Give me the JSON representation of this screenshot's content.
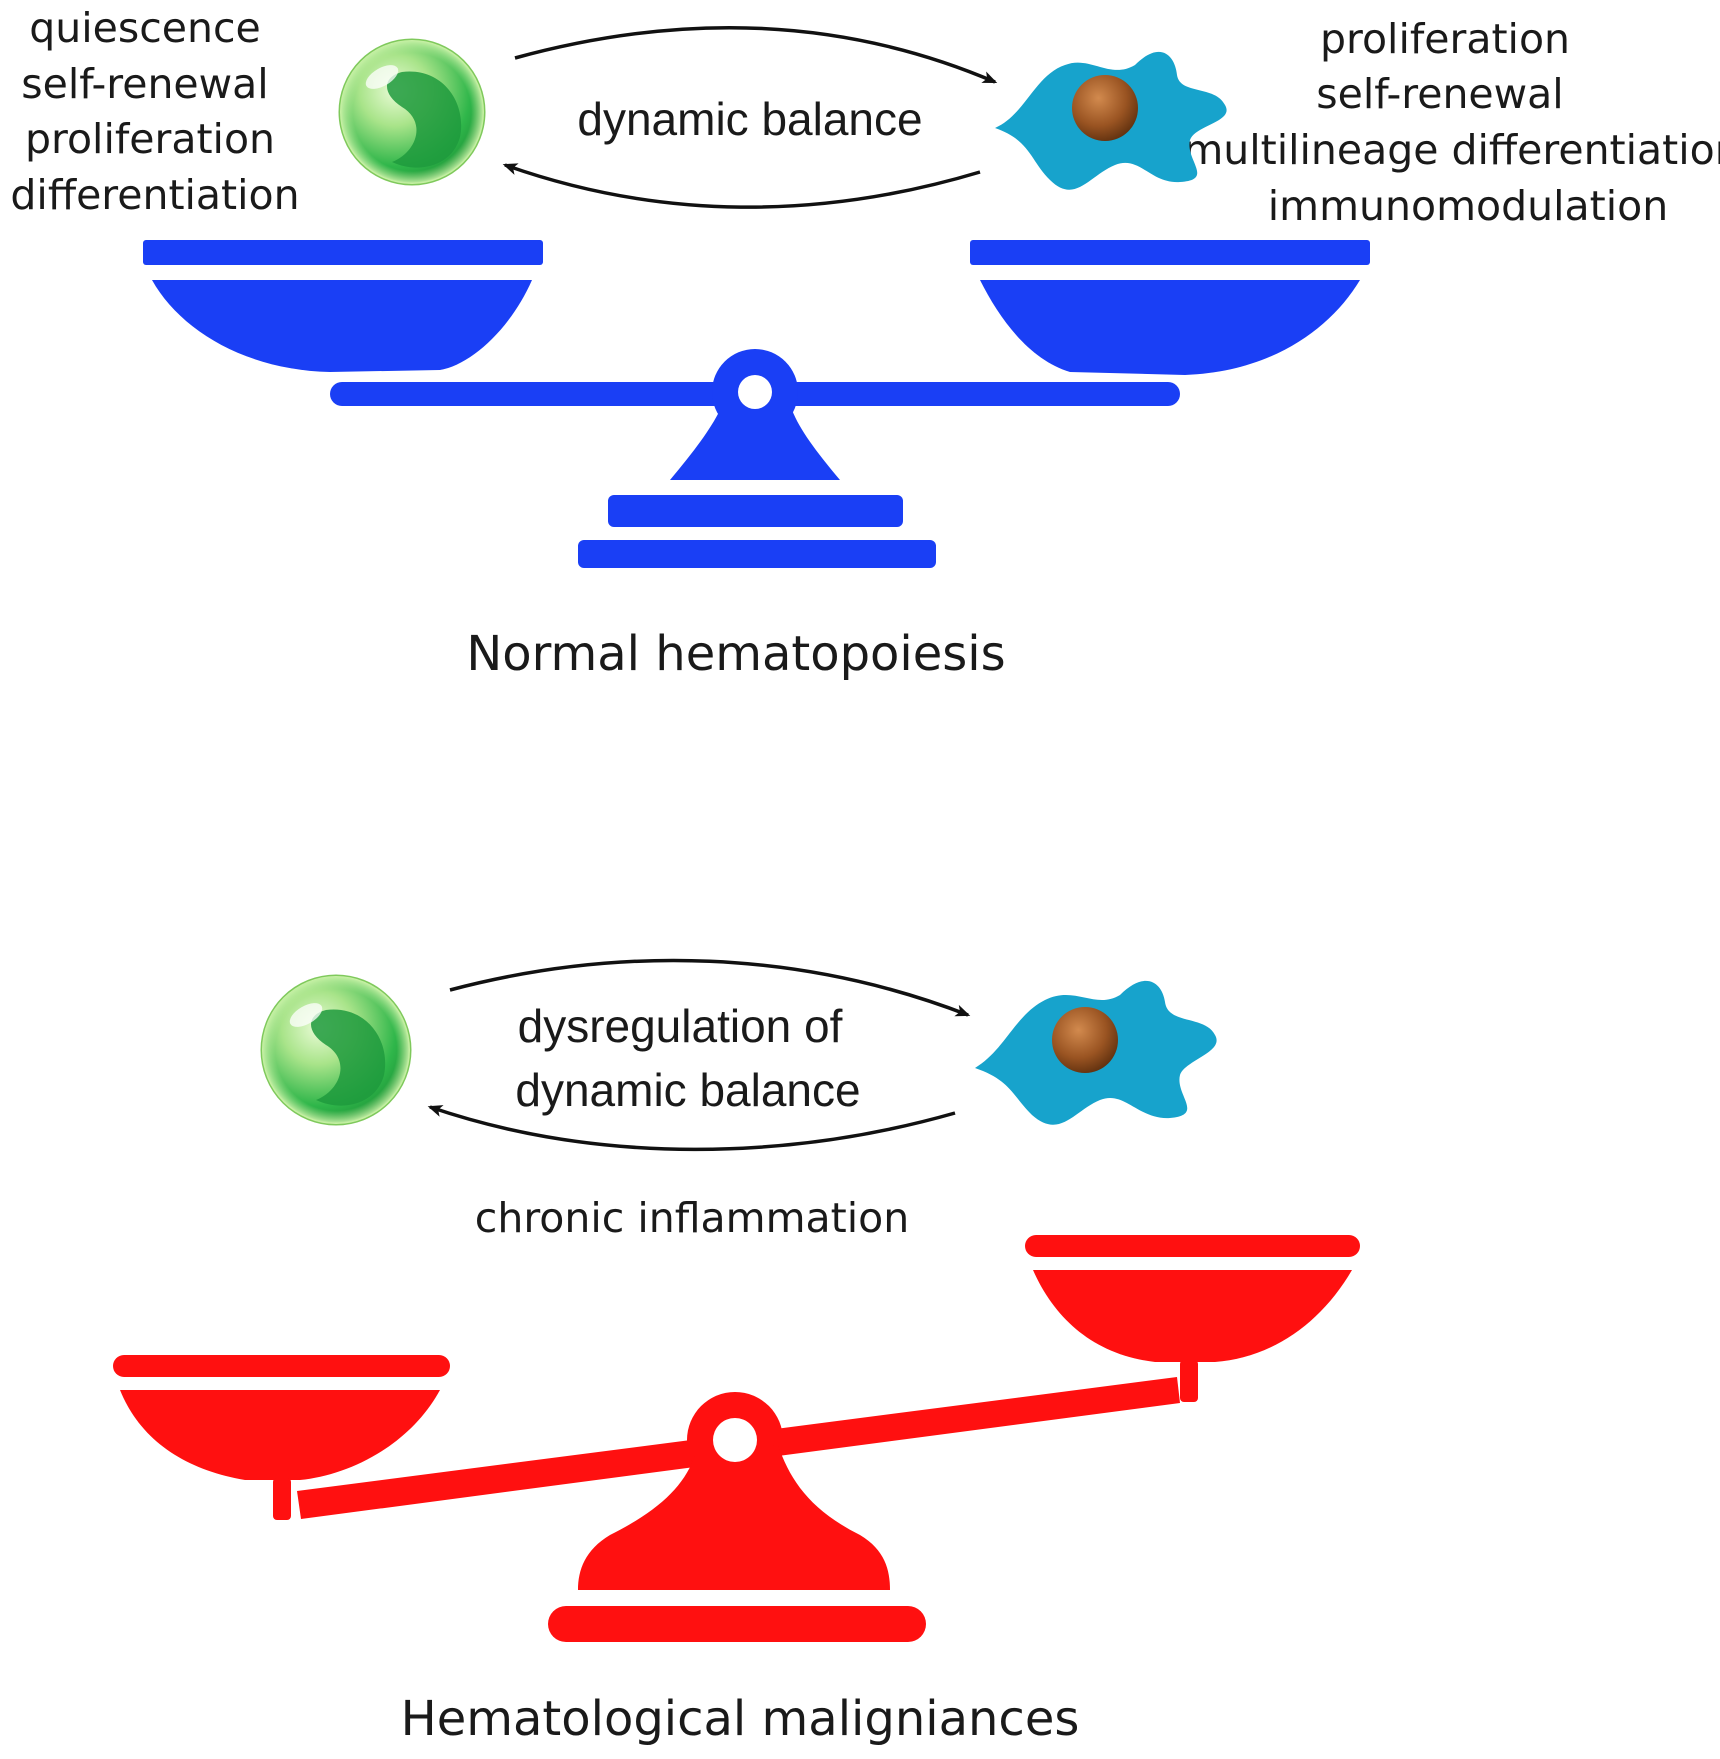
{
  "normal": {
    "stem_cell_properties": [
      "quiescence",
      "self-renewal",
      "proliferation",
      "differentiation"
    ],
    "msc_properties": [
      "proliferation",
      "self-renewal",
      "multilineage differentiation",
      "immunomodulation"
    ],
    "arrow_label": "dynamic balance",
    "caption": "Normal hematopoiesis",
    "scale_color": "#1a3ff5"
  },
  "malignant": {
    "arrow_label_line1": "dysregulation of",
    "arrow_label_line2": "dynamic balance",
    "cause": "chronic inflammation",
    "caption": "Hematological maligniances",
    "scale_color": "#ff1010"
  },
  "cell_colors": {
    "stem_cell": "#2fb64a",
    "msc_body": "#17a3cc",
    "msc_nucleus": "#8a4a1c"
  }
}
